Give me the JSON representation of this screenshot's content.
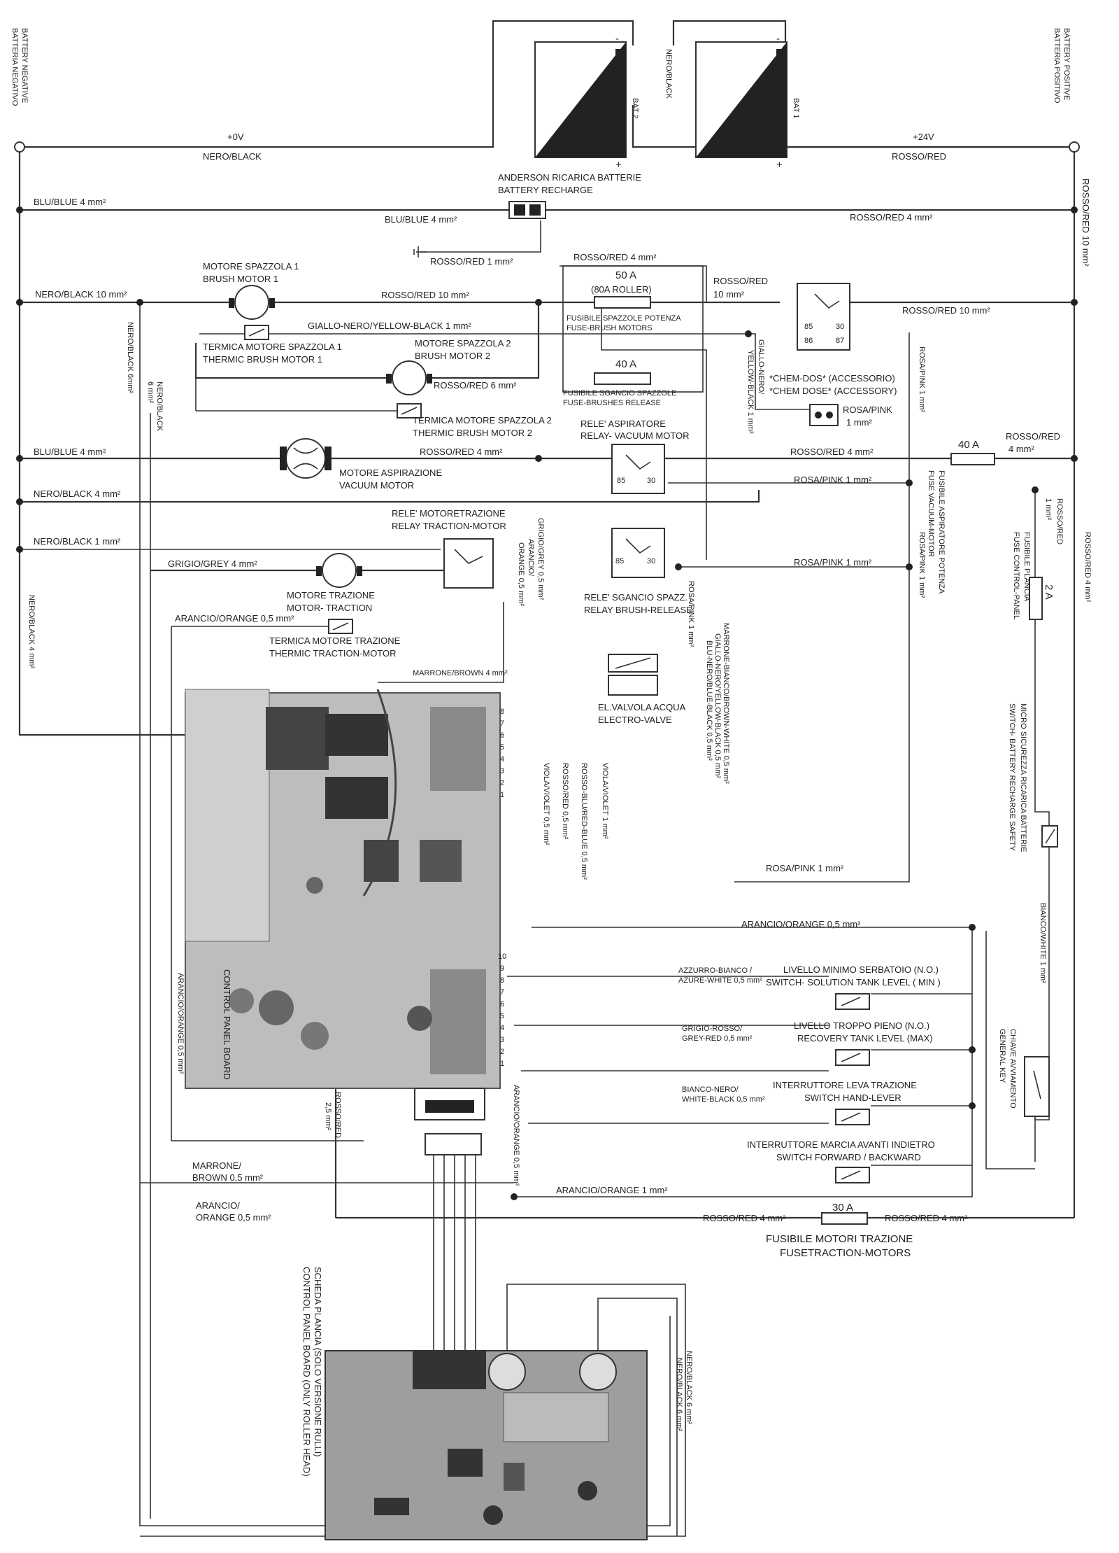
{
  "corners": {
    "battery_negative": [
      "BATTERIA NEGATIVO",
      "BATTERY NEGATIVE"
    ],
    "battery_positive": [
      "BATTERIA POSITIVO",
      "BATTERY POSITIVE"
    ]
  },
  "batteries": {
    "bat2": "BAT 2",
    "bat1": "BAT 1",
    "minus": "-",
    "plus": "+",
    "link_wire": "NERO/BLACK"
  },
  "wires": {
    "zero_v": "+0V",
    "plus_24v": "+24V",
    "nero_black": "NERO/BLACK",
    "rosso_red": "ROSSO/RED",
    "blu_blue_4_left": "BLU/BLUE 4 mm²",
    "blu_blue_4_mid": "BLU/BLUE 4 mm²",
    "rosso_red_4_right": "ROSSO/RED 4 mm²",
    "rosso_red_10_vertical": "ROSSO/RED 10 mm²",
    "rosso_red_1": "ROSSO/RED 1 mm²",
    "rosso_red_4_top": "ROSSO/RED 4 mm²",
    "nero_black_10": "NERO/BLACK 10 mm²",
    "rosso_red_10_mid": "ROSSO/RED 10 mm²",
    "rosso_red_10_relay": [
      "ROSSO/RED",
      "10 mm²"
    ],
    "rosso_red_10_right": "ROSSO/RED 10 mm²",
    "giallo_nero": "GIALLO-NERO/YELLOW-BLACK 1 mm²",
    "nero_black_6_vert": "NERO/BLACK 6mm²",
    "nero_black_6_vert2": [
      "NERO/BLACK",
      "6 mm²"
    ],
    "rosso_red_6": "ROSSO/RED 6 mm²",
    "giallo_nero_vert": [
      "GIALLO-NERO/",
      "YELLOW-BLACK 1 mm²"
    ],
    "rosa_pink_1_vert": "ROSA/PINK 1 mm²",
    "blu_blue_4_vac": "BLU/BLUE 4 mm²",
    "rosso_red_4_vac": "ROSSO/RED 4 mm²",
    "rosso_red_4_vac_right": "ROSSO/RED 4 mm²",
    "rosso_red_4_fuse40": [
      "ROSSO/RED",
      "4 mm²"
    ],
    "nero_black_4": "NERO/BLACK 4 mm²",
    "rosa_pink_1_a": "ROSA/PINK 1 mm²",
    "rosso_red_1_vert": [
      "ROSSO/RED",
      "1 mm²"
    ],
    "rosso_red_4_far_right": "ROSSO/RED 4 mm²",
    "nero_black_1": "NERO/BLACK 1 mm²",
    "rosa_pink_1_b": "ROSA/PINK 1 mm²",
    "rosa_pink_1_vert2": "ROSA/PINK 1 mm²",
    "grigio_grey_4": "GRIGIO/GREY 4 mm²",
    "grigio_grey_05": "GRIGIO/GREY 0,5 mm²",
    "arancio_orange_05_vert": [
      "ARANCIO/",
      "ORANGE 0,5 mm²"
    ],
    "nero_black_4_vert": "NERO/BLACK 4 mm²",
    "arancio_orange_05_a": "ARANCIO/ORANGE 0,5 mm²",
    "rosa_pink_1_vert3": "ROSA/PINK 1 mm²",
    "marrone_bianco": "MARRONE-BIANCO/BROWN-WHITE 0,5 mm²",
    "giallo_nero_05": "GIALLO-NERO/YELLOW-BLACK 0,5 mm²",
    "blu_nero": "BLU-NERO/BLUE-BLACK 0,5 mm²",
    "marrone_brown_4": "MARRONE/BROWN 4 mm²",
    "viola_violet_1": "VIOLA/VIOLET 1 mm²",
    "rosso_blu": "ROSSO-BLU/RED-BLUE 0,5 mm²",
    "rosso_red_05": "ROSSO/RED 0,5 mm²",
    "viola_violet_05": "VIOLA/VIOLET 0,5 mm²",
    "rosa_pink_1_c": "ROSA/PINK 1 mm²",
    "arancio_orange_05_b": "ARANCIO/ORANGE 0,5 mm²",
    "azzurro_bianco": [
      "AZZURRO-BIANCO /",
      "AZURE-WHITE 0,5 mm²"
    ],
    "grigio_rosso": [
      "GRIGIO-ROSSO/",
      "GREY-RED 0,5 mm²"
    ],
    "bianco_nero": [
      "BIANCO-NERO/",
      "WHITE-BLACK 0,5 mm²"
    ],
    "arancio_orange_05_vert_left": "ARANCIO/ORANGE 0,5 mm²",
    "arancio_orange_05_vert_mid": "ARANCIO/ORANGE 0,5 mm²",
    "rosso_red_25": [
      "ROSSO/RED",
      "2,5 mm²"
    ],
    "marrone_brown_05": [
      "MARRONE/",
      "BROWN 0,5 mm²"
    ],
    "arancio_orange_1": "ARANCIO/ORANGE 1 mm²",
    "arancio_orange_05_c": [
      "ARANCIO/",
      "ORANGE 0,5 mm²"
    ],
    "rosso_red_4_bottom_left": "ROSSO/RED 4 mm²",
    "rosso_red_4_bottom_right": "ROSSO/RED 4 mm²",
    "bianco_white_1": "BIANCO/WHITE 1 mm²",
    "nero_black_6_bottom": [
      "NERO/BLACK 6 mm²",
      "NERO/BLACK 6 mm²"
    ]
  },
  "components": {
    "anderson": [
      "ANDERSON RICARICA BATTERIE",
      "BATTERY RECHARGE"
    ],
    "brush_motor_1": [
      "MOTORE SPAZZOLA 1",
      "BRUSH MOTOR 1"
    ],
    "thermic_brush_1": [
      "TERMICA MOTORE SPAZZOLA 1",
      "THERMIC BRUSH MOTOR 1"
    ],
    "brush_motor_2": [
      "MOTORE SPAZZOLA 2",
      "BRUSH MOTOR 2"
    ],
    "thermic_brush_2": [
      "TERMICA MOTORE SPAZZOLA 2",
      "THERMIC BRUSH MOTOR 2"
    ],
    "fuse_50a_value": "50 A",
    "fuse_50a_roller": "(80A ROLLER)",
    "fuse_brush_motors": [
      "FUSIBILE SPAZZOLE POTENZA",
      "FUSE-BRUSH MOTORS"
    ],
    "fuse_40a_value": "40 A",
    "fuse_brushes_release": [
      "FUSIBILE SGANCIO SPAZZOLE",
      "FUSE-BRUSHES RELEASE"
    ],
    "chem_dos": [
      "*CHEM-DOS* (ACCESSORIO)",
      "*CHEM DOSE* (ACCESSORY)"
    ],
    "rosa_pink_connector": [
      "ROSA/PINK",
      "1 mm²"
    ],
    "relay_vacuum": [
      "RELE' ASPIRATORE",
      "RELAY- VACUUM MOTOR"
    ],
    "vacuum_motor": [
      "MOTORE ASPIRAZIONE",
      "VACUUM MOTOR"
    ],
    "fuse_vacuum_value": "40 A",
    "fuse_vacuum": [
      "FUSIBILE ASPIRATORE POTENZA",
      "FUSE VACUUM-MOTOR"
    ],
    "relay_traction": [
      "RELE' MOTORETRAZIONE",
      "RELAY TRACTION-MOTOR"
    ],
    "traction_motor": [
      "MOTORE TRAZIONE",
      "MOTOR- TRACTION"
    ],
    "thermic_traction": [
      "TERMICA MOTORE TRAZIONE",
      "THERMIC TRACTION-MOTOR"
    ],
    "relay_brush_release": [
      "RELE' SGANCIO SPAZZ.",
      "RELAY BRUSH-RELEASE"
    ],
    "fuse_control_value": "2 A",
    "fuse_control": [
      "FUSIBILE PLANCIA",
      "FUSE CONTROL-PANEL"
    ],
    "electro_valve": [
      "EL.VALVOLA ACQUA",
      "ELECTRO-VALVE"
    ],
    "micro_safety": [
      "MICRO SICUREZZA RICARICA BATTERIE",
      "SWITCH- BATTERY RECHARGE SAFETY"
    ],
    "control_panel_board": "CONTROL PANEL BOARD",
    "switch_solution": [
      "LIVELLO MINIMO SERBATOIO (N.O.)",
      "SWITCH- SOLUTION TANK LEVEL ( MIN )"
    ],
    "switch_recovery": [
      "LIVELLO TROPPO PIENO (N.O.)",
      "RECOVERY TANK LEVEL (MAX)"
    ],
    "switch_hand_lever": [
      "INTERRUTTORE LEVA TRAZIONE",
      "SWITCH HAND-LEVER"
    ],
    "switch_forward": [
      "INTERRUTTORE MARCIA AVANTI INDIETRO",
      "SWITCH FORWARD / BACKWARD"
    ],
    "general_key": [
      "CHIAVE AVVIAMENTO",
      "GENERAL KEY"
    ],
    "fuse_traction_value": "30 A",
    "fuse_traction": [
      "FUSIBILE MOTORI TRAZIONE",
      "FUSETRACTION-MOTORS"
    ],
    "roller_board": [
      "SCHEDA PLANCIA (SOLO VERSIONE RULLI)",
      "CONTROL PANEL BOARD (ONLY ROLLER HEAD)"
    ]
  },
  "relay_pins": [
    "30",
    "87",
    "85",
    "86"
  ],
  "connector_pins_top": [
    "8",
    "7",
    "6",
    "5",
    "4",
    "3",
    "2",
    "1"
  ],
  "connector_pins_bottom": [
    "10",
    "9",
    "8",
    "7",
    "6",
    "5",
    "4",
    "3",
    "2",
    "1"
  ]
}
